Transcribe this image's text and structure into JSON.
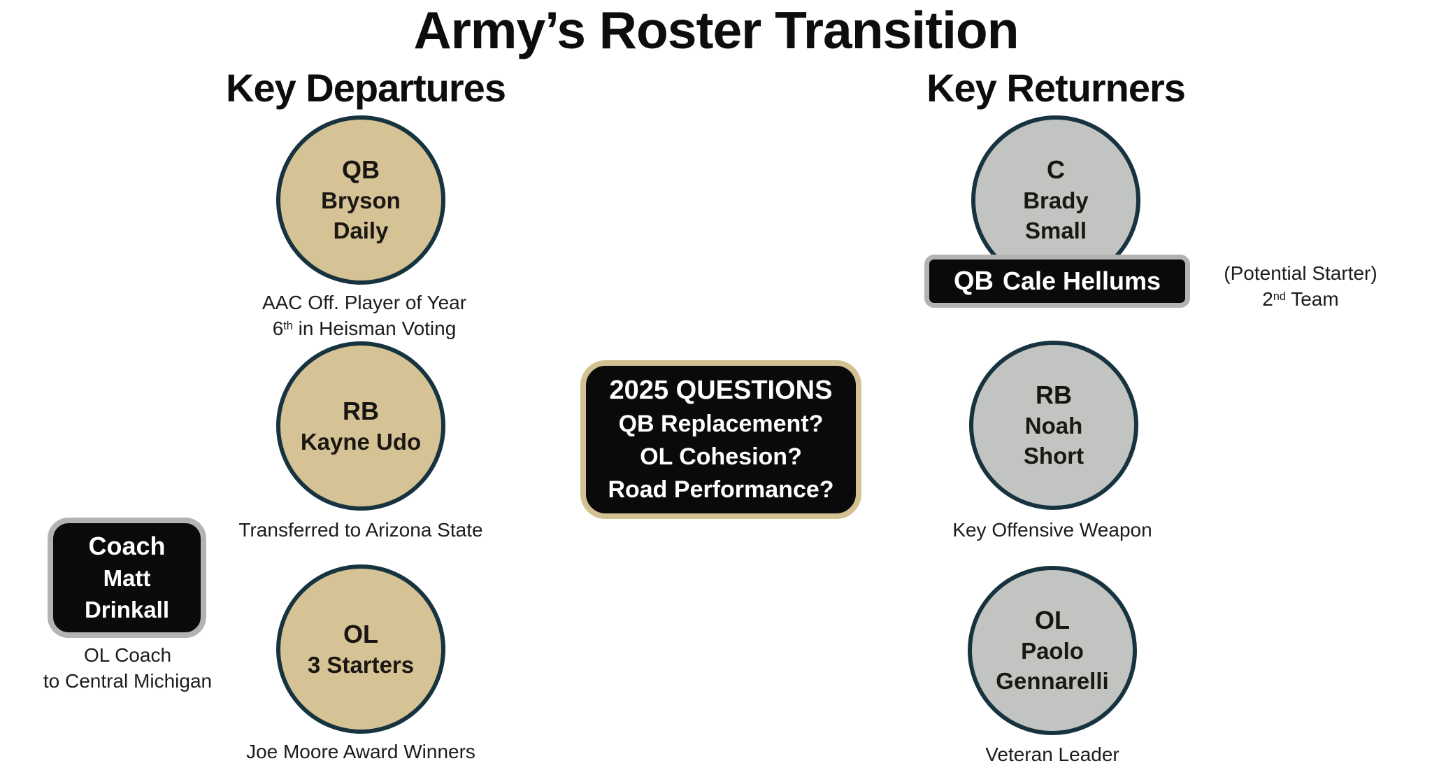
{
  "title": "Army’s Roster Transition",
  "colors": {
    "tan_fill": "#d5c295",
    "gray_fill": "#c2c4c2",
    "circle_border": "#17333f",
    "gold_border": "#d3c193",
    "silver_border": "#b3b3b3",
    "box_black": "#0a0a0a"
  },
  "left": {
    "header": "Key Departures",
    "items": [
      {
        "position": "QB",
        "name_line1": "Bryson",
        "name_line2": "Daily",
        "caption_line1": "AAC Off. Player of Year",
        "caption2_prefix": "6",
        "caption2_sup": "th",
        "caption2_rest": " in Heisman Voting"
      },
      {
        "position": "RB",
        "name_line1": "Kayne Udo",
        "caption_line1": "Transferred to Arizona State"
      },
      {
        "position": "OL",
        "name_line1": "3 Starters",
        "caption_line1": "Joe Moore Award Winners"
      }
    ],
    "coach": {
      "title": "Coach",
      "name_line1": "Matt",
      "name_line2": "Drinkall",
      "caption_line1": "OL Coach",
      "caption_line2": "to Central Michigan"
    }
  },
  "center_box": {
    "heading": "2025 QUESTIONS",
    "question1": "QB Replacement?",
    "question2": "OL Cohesion?",
    "question3": "Road Performance?"
  },
  "right": {
    "header": "Key Returners",
    "items": [
      {
        "position": "C",
        "name_line1": "Brady",
        "name_line2": "Small"
      },
      {
        "position": "RB",
        "name_line1": "Noah",
        "name_line2": "Short",
        "caption_line1": "Key Offensive Weapon"
      },
      {
        "position": "OL",
        "name_line1": "Paolo",
        "name_line2": "Gennarelli",
        "caption_line1": "Veteran Leader"
      }
    ],
    "qb_badge": {
      "position": "QB",
      "name": "Cale Hellums",
      "note_line1": "(Potential Starter)",
      "note2_prefix": "2",
      "note2_sup": "nd",
      "note2_rest": " Team"
    }
  }
}
